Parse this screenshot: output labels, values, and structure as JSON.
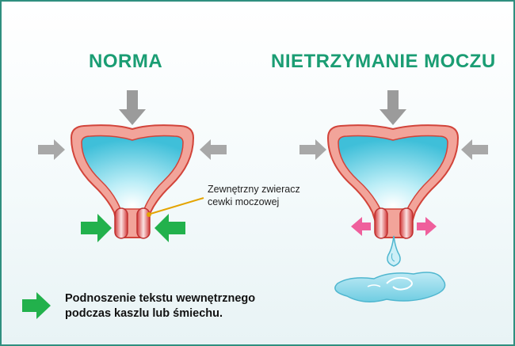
{
  "titles": {
    "normal": "NORMA",
    "incontinence": "NIETRZYMANIE MOCZU"
  },
  "callout": {
    "line1": "Zewnętrzny zwieracz",
    "line2": "cewki moczowej"
  },
  "legend": {
    "line1": "Podnoszenie tekstu wewnętrznego",
    "line2": "podczas kaszlu lub śmiechu."
  },
  "colors": {
    "title": "#1a9d73",
    "frame": "#2f8f7f",
    "bladder_wall": "#f2a49a",
    "bladder_outline": "#d2443a",
    "urine": "#4fc6dd",
    "pressure_arrow": "#9b9b9b",
    "green_arrow": "#22b14c",
    "pink_arrow": "#ef5f9c",
    "callout_line": "#e4a400"
  }
}
